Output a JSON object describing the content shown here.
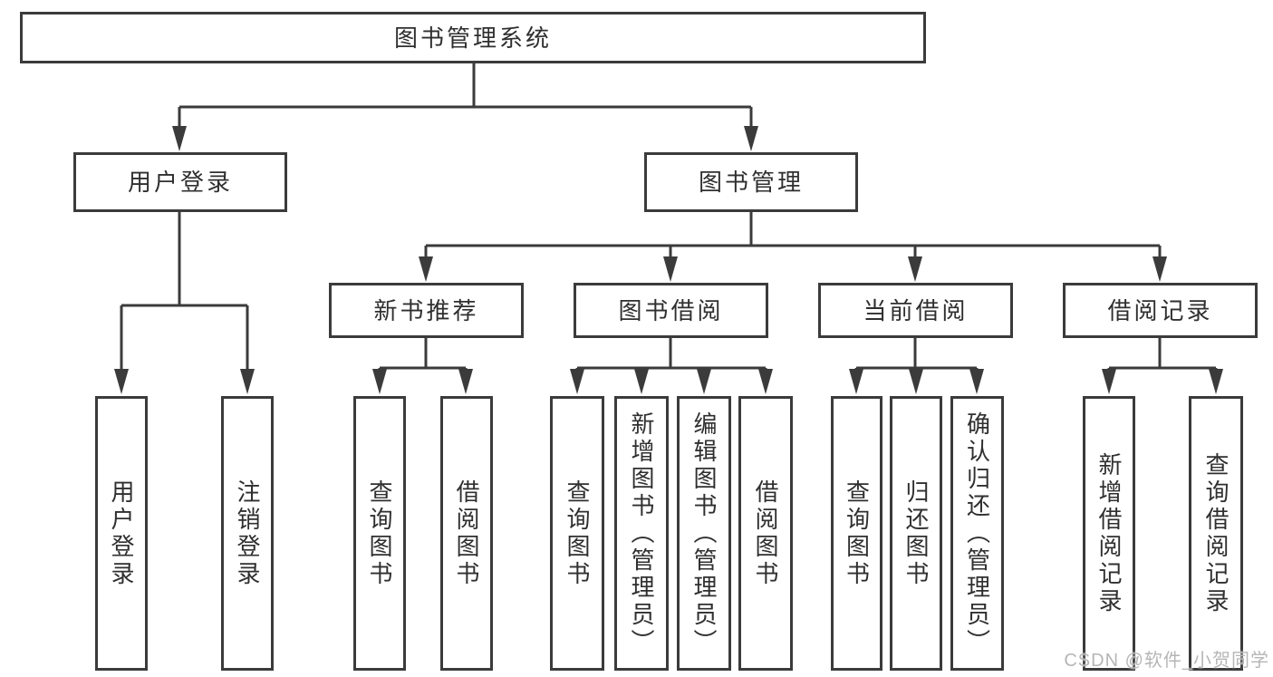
{
  "colors": {
    "background": "#ffffff",
    "line": "#3b3b3b",
    "text": "#2f2f2f",
    "watermark_text": "#b6b6b6"
  },
  "root": {
    "label": "图书管理系统"
  },
  "login_branch": {
    "label": "用户登录",
    "children": [
      {
        "label": "用户登录"
      },
      {
        "label": "注销登录"
      }
    ]
  },
  "mgmt_branch": {
    "label": "图书管理",
    "groups": [
      {
        "label": "新书推荐",
        "children": [
          {
            "label": "查询图书"
          },
          {
            "label": "借阅图书"
          }
        ]
      },
      {
        "label": "图书借阅",
        "children": [
          {
            "label": "查询图书"
          },
          {
            "label": "新增图书（管理员）"
          },
          {
            "label": "编辑图书（管理员）"
          },
          {
            "label": "借阅图书"
          }
        ]
      },
      {
        "label": "当前借阅",
        "children": [
          {
            "label": "查询图书"
          },
          {
            "label": "归还图书"
          },
          {
            "label": "确认归还（管理员）"
          }
        ]
      },
      {
        "label": "借阅记录",
        "children": [
          {
            "label": "新增借阅记录"
          },
          {
            "label": "查询借阅记录"
          }
        ]
      }
    ]
  },
  "watermark": {
    "text": "CSDN @软件_小贺同学"
  }
}
